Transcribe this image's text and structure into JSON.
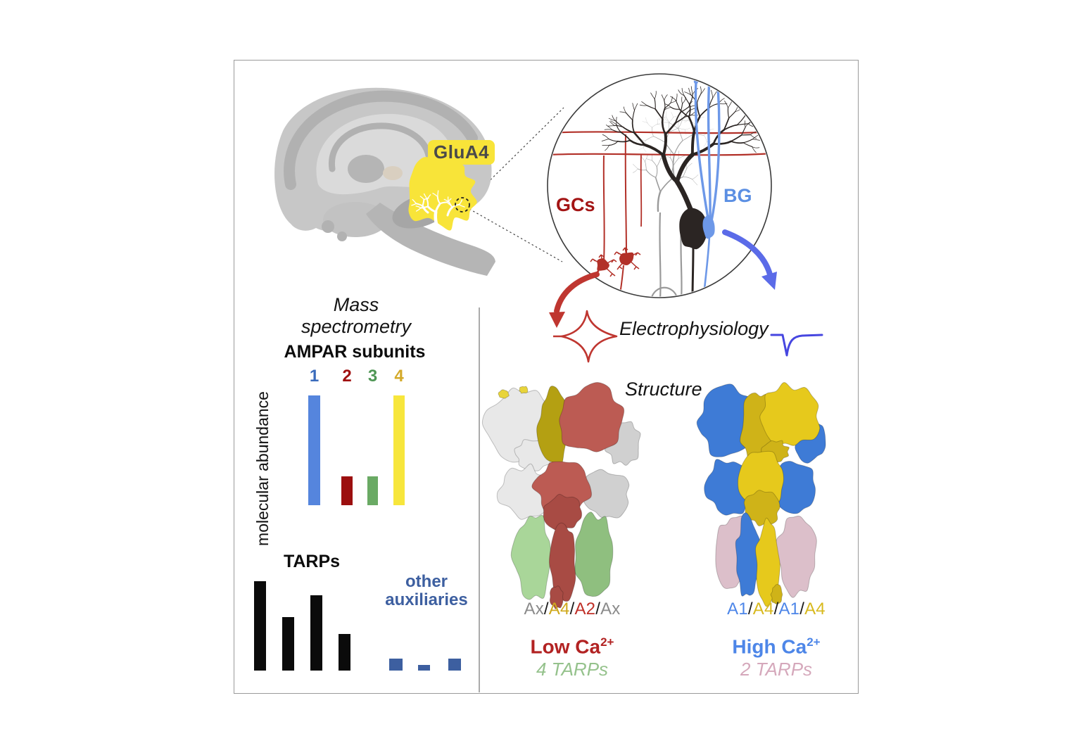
{
  "palette": {
    "panel_border": "#9a9a9a",
    "brain_gray": "#c7c7c7",
    "brain_gray_dark": "#a9a9a9",
    "brain_gray_light": "#dadada",
    "cerebellum_yellow": "#f8e439",
    "gc_red": "#a31414",
    "inset_red": "#b23028",
    "bg_blue": "#5b8fe3",
    "bg_fiber_blue": "#6d98e8",
    "trace_red": "#bf3630",
    "trace_blue": "#4646e0",
    "arrow_red": "#bf3630",
    "arrow_blue": "#5b6be8",
    "purkinje_black": "#2b2523",
    "gray_cell": "#9a9a9a",
    "left_structure": {
      "gray": "#e8e8e8",
      "gray_dark": "#d0d0d0",
      "yellow": "#b4a012",
      "red": "#bc5b53",
      "red_dark": "#a84b44",
      "green": "#a9d699",
      "green_dark": "#8fbf7f"
    },
    "right_structure": {
      "blue": "#3e7bd6",
      "yellow": "#e6c91c",
      "yellow_dark": "#cfb318",
      "pink": "#dcbfca"
    }
  },
  "brain": {
    "region_label": "GluA4",
    "label_color": "#4a4a4a",
    "label_highlight": "#f8e439"
  },
  "inset": {
    "granule_cells_label": "GCs",
    "granule_cells_color": "#a31414",
    "bergmann_glia_label": "BG",
    "bergmann_glia_color": "#5b8fe3"
  },
  "mass_spec": {
    "title": "Mass spectrometry"
  },
  "electrophysiology": {
    "title": "Electrophysiology"
  },
  "structure_section": {
    "title": "Structure"
  },
  "chart_data": [
    {
      "type": "bar",
      "title": "AMPAR subunits",
      "ylabel": "molecular abundance",
      "categories": [
        "1",
        "2",
        "3",
        "4"
      ],
      "values": [
        1.0,
        0.26,
        0.26,
        1.0
      ],
      "bar_colors": [
        "#5585dd",
        "#9c0f0f",
        "#6aaa64",
        "#f7e63c"
      ],
      "category_colors": [
        "#3a6bbc",
        "#a01010",
        "#4f9655",
        "#d4aa2a"
      ],
      "ylim": [
        0,
        1
      ]
    },
    {
      "type": "bar",
      "title": "TARPs",
      "categories": [
        "",
        "",
        "",
        ""
      ],
      "values": [
        1.0,
        0.6,
        0.84,
        0.41
      ],
      "bar_colors": [
        "#0b0b0b",
        "#0b0b0b",
        "#0b0b0b",
        "#0b0b0b"
      ],
      "ylim": [
        0,
        1
      ]
    },
    {
      "type": "bar",
      "title": "other auxiliaries",
      "title_color": "#3d5fa0",
      "categories": [
        "",
        "",
        ""
      ],
      "values": [
        0.13,
        0.06,
        0.13
      ],
      "bar_colors": [
        "#3d5fa0",
        "#3d5fa0",
        "#3d5fa0"
      ],
      "ylim": [
        0,
        1
      ]
    }
  ],
  "structures": {
    "left": {
      "composition": [
        {
          "text": "Ax",
          "color": "#8b8b8b"
        },
        {
          "text": "/",
          "color": "#1a1a1a"
        },
        {
          "text": "A4",
          "color": "#cfa91c"
        },
        {
          "text": "/",
          "color": "#1a1a1a"
        },
        {
          "text": "A2",
          "color": "#c03028"
        },
        {
          "text": "/",
          "color": "#1a1a1a"
        },
        {
          "text": "Ax",
          "color": "#8b8b8b"
        }
      ],
      "condition": {
        "text": "Low Ca",
        "sup": "2+",
        "color": "#b22222"
      },
      "tarps": {
        "text": "4 TARPs",
        "color": "#95c28c"
      }
    },
    "right": {
      "composition": [
        {
          "text": "A1",
          "color": "#4d86e8"
        },
        {
          "text": "/",
          "color": "#1a1a1a"
        },
        {
          "text": "A4",
          "color": "#d8b91e"
        },
        {
          "text": "/",
          "color": "#1a1a1a"
        },
        {
          "text": "A1",
          "color": "#4d86e8"
        },
        {
          "text": "/",
          "color": "#1a1a1a"
        },
        {
          "text": "A4",
          "color": "#d8b91e"
        }
      ],
      "condition": {
        "text": "High Ca",
        "sup": "2+",
        "color": "#4d86e8"
      },
      "tarps": {
        "text": "2 TARPs",
        "color": "#d5a8bb"
      }
    }
  }
}
